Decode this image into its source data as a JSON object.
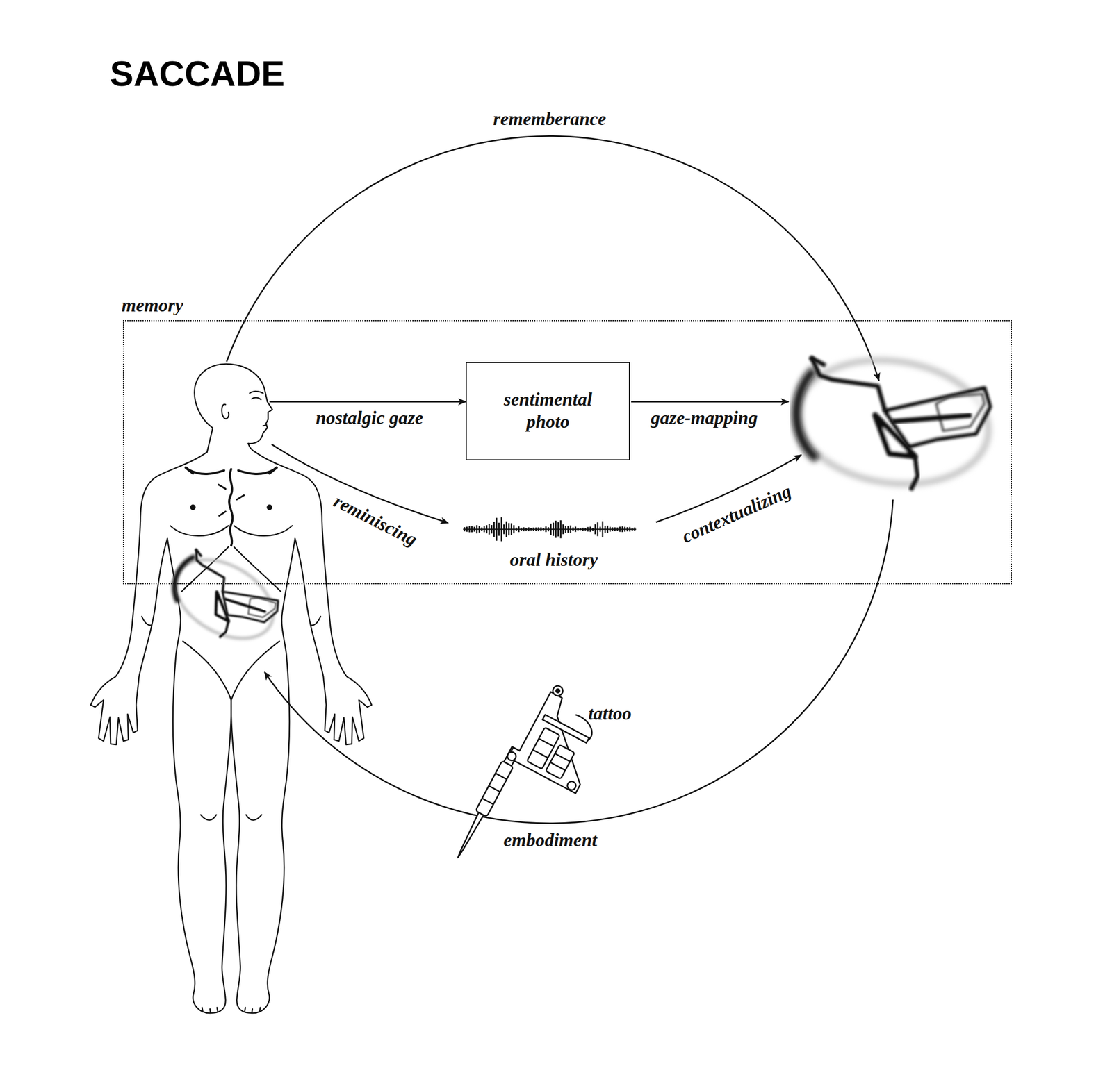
{
  "diagram": {
    "title": "SACCADE",
    "nodes": [
      {
        "text": [
          "memory"
        ]
      },
      {
        "text": [
          "sentimental photo"
        ],
        "in": 0
      }
    ],
    "labels": [
      "rememberance",
      "nostalgic gaze",
      "gaze-mapping",
      "reminiscing",
      "oral history",
      "contextualizing",
      "tattoo",
      "embodiment"
    ]
  }
}
